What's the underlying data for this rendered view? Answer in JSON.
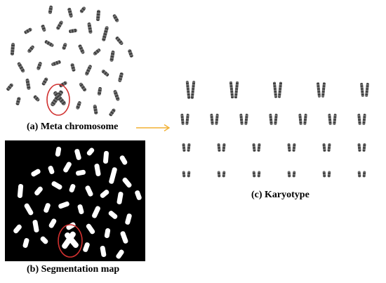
{
  "panels": {
    "meta": {
      "caption": "(a) Meta chromosome"
    },
    "segmentation": {
      "caption": "(b) Segmentation map"
    },
    "karyotype": {
      "caption": "(c) Karyotype"
    }
  },
  "colors": {
    "highlight": "#d0302f",
    "arrow": "#f2b134",
    "chromosome": "#5a5a5a",
    "mask_background": "#000000",
    "mask_foreground": "#ffffff"
  }
}
